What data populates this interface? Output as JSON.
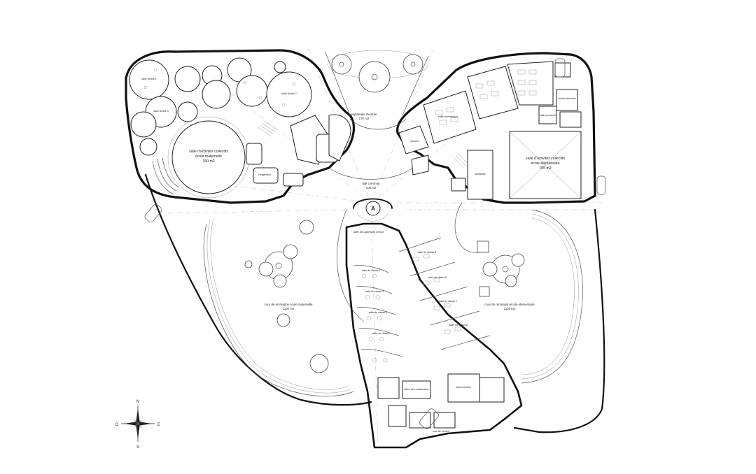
{
  "rooms": {
    "salle_activites_maternelle": [
      "salle d'activités collectifs",
      "école maternelle",
      "150 m2"
    ],
    "salle_activites_elementaire": [
      "salle d'activités collectifs",
      "école élémentaire",
      "155 m2"
    ],
    "hall_commun": [
      "hall commun",
      "100 m2"
    ],
    "esplanade": [
      "esplanade d'entrée",
      "170 m2"
    ],
    "cour_maternelle": [
      "cour de récréation école maternelle",
      "1100 m2"
    ],
    "cour_elementaire": [
      "cour de récréation école élémentaire",
      "1100 m2"
    ]
  },
  "small_labels": {
    "salle_dortoir_1": "salle dortoir 1",
    "salle_dortoir_2": "salle dortoir 2",
    "salle_dortoir_3": "salle dortoir 3",
    "salle_classe_1": "salle de classe 1",
    "salle_classe_2": "salle de classe 2",
    "salle_classe_3": "salle de classe 3",
    "salle_classe_4": "salle de classe 4",
    "salle_classe_5": "salle de classe 5",
    "salle_classe_6": "salle de classe 6",
    "salle_classe_7": "salle de classe 7",
    "salle_classe_8": "salle de classe 8",
    "salle_informatique": "salle informatique",
    "bureau_direction": "bureau direction",
    "local_personnel": "local personnel",
    "sanitaires": "sanitaires",
    "rangement": "rangement",
    "office": "office des restauration",
    "local_entretien": "local entretien",
    "accueil": "accueil",
    "salle_agents": "salle des agents de service",
    "cour_service": "cour de service"
  },
  "compass": {
    "n": "N",
    "s": "S",
    "e": "E",
    "o": "O"
  },
  "colors": {
    "ink": "#111111",
    "paper": "#ffffff",
    "grey": "#999999"
  }
}
